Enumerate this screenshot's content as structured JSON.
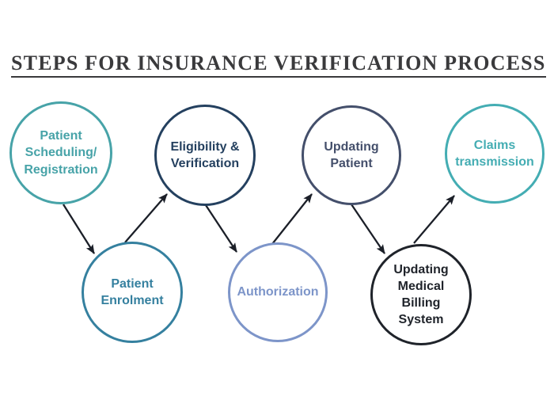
{
  "title": {
    "text": "STEPS FOR INSURANCE VERIFICATION PROCESS",
    "color": "#3a3a3c"
  },
  "diagram": {
    "arrow_color": "#1b1f28",
    "steps": [
      {
        "label": "Patient\nScheduling/\nRegistration",
        "color": "#47a3a8"
      },
      {
        "label": "Patient\nEnrolment",
        "color": "#35809f"
      },
      {
        "label": "Eligibility &\nVerification",
        "color": "#24405f"
      },
      {
        "label": "Authorization",
        "color": "#7d95c9"
      },
      {
        "label": "Updating\nPatient",
        "color": "#444f6b"
      },
      {
        "label": "Updating\nMedical\nBilling\nSystem",
        "color": "#1f232a"
      },
      {
        "label": "Claims\ntransmission",
        "color": "#44adb3"
      }
    ]
  }
}
